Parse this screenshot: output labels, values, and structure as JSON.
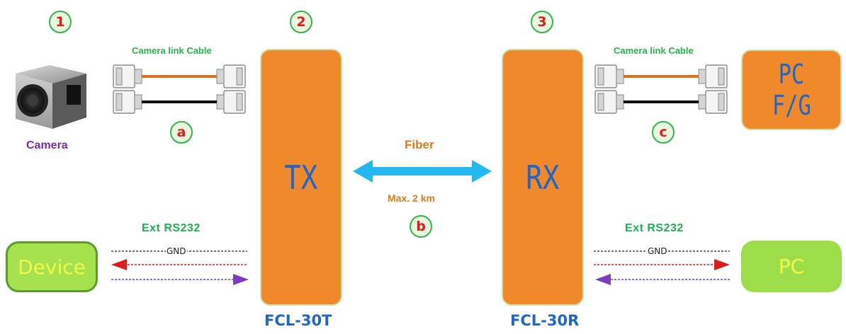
{
  "markers": {
    "m1": "1",
    "m2": "2",
    "m3": "3",
    "a": "a",
    "b": "b",
    "c": "c"
  },
  "camera": {
    "label": "Camera"
  },
  "cables": {
    "left_label": "Camera link Cable",
    "right_label": "Camera link Cable"
  },
  "tx": {
    "text": "TX",
    "model": "FCL-30T"
  },
  "rx": {
    "text": "RX",
    "model": "FCL-30R"
  },
  "fiber": {
    "label": "Fiber",
    "distance": "Max. 2 km"
  },
  "pc_fg": {
    "line1": "PC",
    "line2": "F/G"
  },
  "rs232": {
    "left_label": "Ext RS232",
    "right_label": "Ext RS232",
    "gnd_left": "GND",
    "gnd_right": "GND"
  },
  "device": {
    "label": "Device"
  },
  "pc": {
    "label": "PC"
  },
  "colors": {
    "orange": "#f0882c",
    "blue": "#1e66c8",
    "fiber_arrow": "#22b8f0",
    "green": "#27b24a",
    "red_arrow": "#e01a1a",
    "purple_arrow": "#7a3cc0",
    "camera_label": "#7a2ca6"
  }
}
